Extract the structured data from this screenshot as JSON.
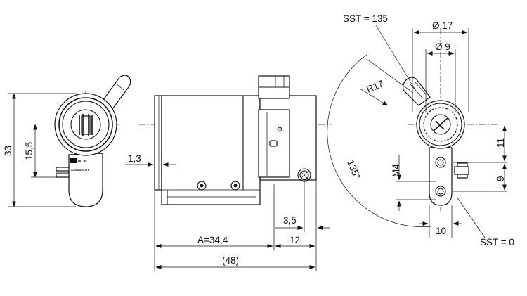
{
  "left_view": {
    "height_total": "33",
    "height_partial": "15,5",
    "brand_logo": "IKON",
    "brand_sub": "ASSA ABLOY"
  },
  "side_view": {
    "dim_offset": "1,3",
    "dim_a": "A=34,4",
    "dim_b": "12",
    "dim_c": "3,5",
    "dim_total": "(48)"
  },
  "right_view": {
    "sst_top": "SST = 135",
    "diameter_outer": "Ø 17",
    "diameter_inner": "Ø 9",
    "radius": "R17",
    "angle": "135°",
    "thread": "M4",
    "dim_11": "11",
    "dim_9": "9",
    "dim_10": "10",
    "sst_bottom": "SST = 0"
  }
}
